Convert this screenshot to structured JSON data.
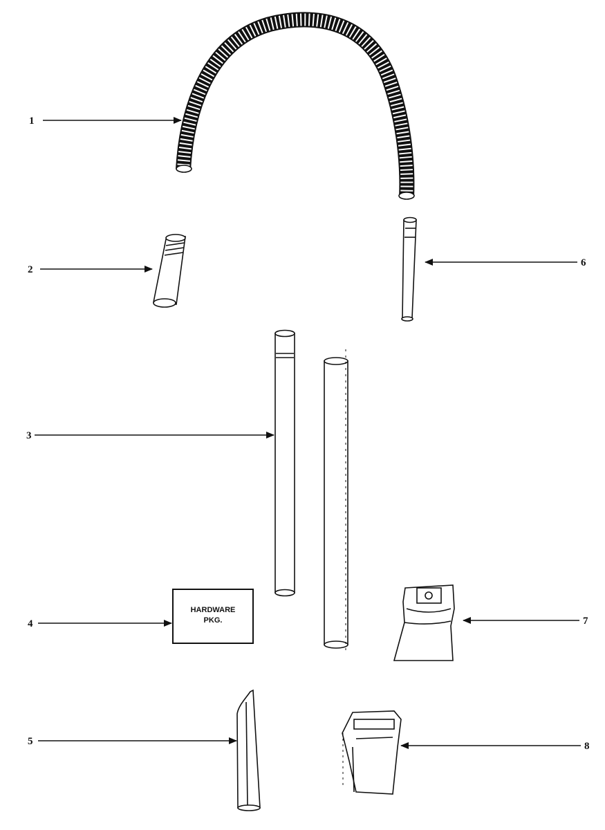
{
  "callouts": [
    {
      "id": "1",
      "part": "hose"
    },
    {
      "id": "2",
      "part": "hose-adapter"
    },
    {
      "id": "3",
      "part": "extension-wand"
    },
    {
      "id": "4",
      "part": "hardware-package"
    },
    {
      "id": "5",
      "part": "crevice-tool"
    },
    {
      "id": "6",
      "part": "hose-end-wand"
    },
    {
      "id": "7",
      "part": "dust-bag"
    },
    {
      "id": "8",
      "part": "bag-holder"
    }
  ],
  "hardware_package": {
    "line1": "HARDWARE",
    "line2": "PKG."
  }
}
